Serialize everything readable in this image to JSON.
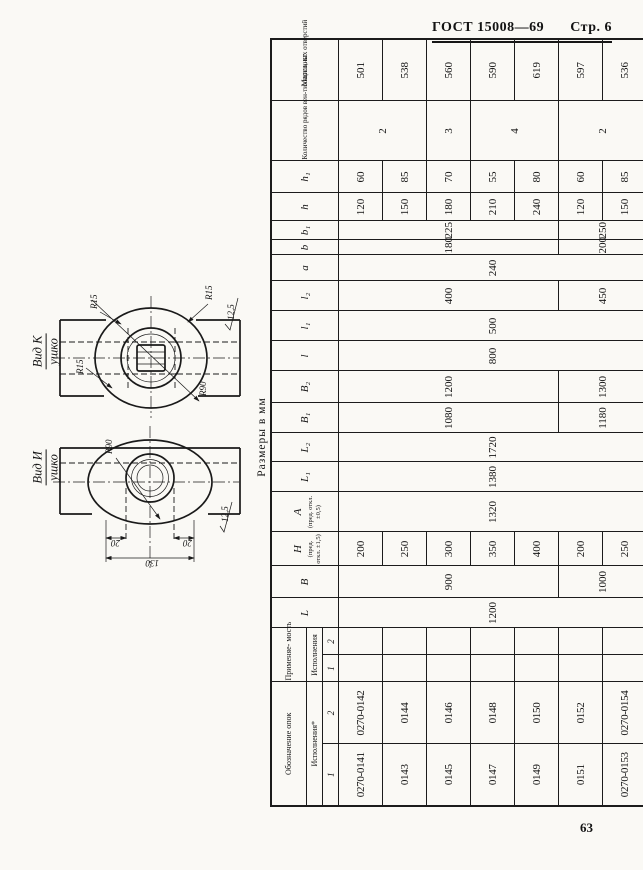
{
  "header": {
    "standard": "ГОСТ 15008—69",
    "page": "Стр. 6"
  },
  "page_number": "63",
  "size_note": "Размеры в мм",
  "drawings": {
    "view_k": {
      "title": "Вид К",
      "subtitle": "ушко",
      "r15_top_left": "R15",
      "r15_top_right": "R15",
      "r15_left": "R15",
      "r90": "R90",
      "roughness": "12,5"
    },
    "view_i": {
      "title": "Вид И",
      "subtitle": "ушко",
      "r90": "R90",
      "roughness": "12,5",
      "dim_left": "20",
      "dim_right": "20",
      "dim_total": "130"
    }
  },
  "table": {
    "headers": {
      "designation": "Обозначение опок",
      "designation_sub": "Исполнения*",
      "applicability": "Применяе-\nмость",
      "applicability_sub": "Исполнения",
      "col_1": "1",
      "col_2": "2",
      "L": "L",
      "B": "B",
      "H": "H",
      "H_note": "(пред. откл. ±1,5)",
      "A": "A",
      "A_note": "(пред. откл. ±0,5)",
      "L1": "L₁",
      "L2": "L₂",
      "B1": "B₁",
      "B2": "B₂",
      "l": "l",
      "l1": "l₁",
      "l2": "l₂",
      "a": "a",
      "b": "b",
      "b1": "b₁",
      "h": "h",
      "h1": "h₁",
      "vent": "Количество рядов вен-тиляционных отверстий",
      "mass": "Масса,\nкг"
    },
    "merged": {
      "L": "1200",
      "B_top": "900",
      "B_bottom": "1000",
      "A": "1320",
      "L1": "1380",
      "L2": "1720",
      "B1_top": "1080",
      "B1_bottom": "1180",
      "B2_top": "1200",
      "B2_bottom": "1300",
      "l": "800",
      "l1": "500",
      "l2_top": "400",
      "l2_bottom": "450",
      "a": "240",
      "b_top": "180",
      "b_bottom": "200",
      "b1_top": "225",
      "b1_bottom": "250",
      "vent_a": "2",
      "vent_b": "3",
      "vent_c": "4",
      "vent_d": "2"
    },
    "rows": [
      {
        "d1": "0270-0141",
        "d2": "0270-0142",
        "app1": "",
        "app2": "",
        "H": "200",
        "h": "120",
        "h1": "60",
        "mass": "501"
      },
      {
        "d1": "0143",
        "d2": "0144",
        "app1": "",
        "app2": "",
        "H": "250",
        "h": "150",
        "h1": "85",
        "mass": "538"
      },
      {
        "d1": "0145",
        "d2": "0146",
        "app1": "",
        "app2": "",
        "H": "300",
        "h": "180",
        "h1": "70",
        "mass": "560"
      },
      {
        "d1": "0147",
        "d2": "0148",
        "app1": "",
        "app2": "",
        "H": "350",
        "h": "210",
        "h1": "55",
        "mass": "590"
      },
      {
        "d1": "0149",
        "d2": "0150",
        "app1": "",
        "app2": "",
        "H": "400",
        "h": "240",
        "h1": "80",
        "mass": "619"
      },
      {
        "d1": "0151",
        "d2": "0152",
        "app1": "",
        "app2": "",
        "H": "200",
        "h": "120",
        "h1": "60",
        "mass": "597"
      },
      {
        "d1": "0270-0153",
        "d2": "0270-0154",
        "app1": "",
        "app2": "",
        "H": "250",
        "h": "150",
        "h1": "85",
        "mass": "536"
      }
    ]
  }
}
